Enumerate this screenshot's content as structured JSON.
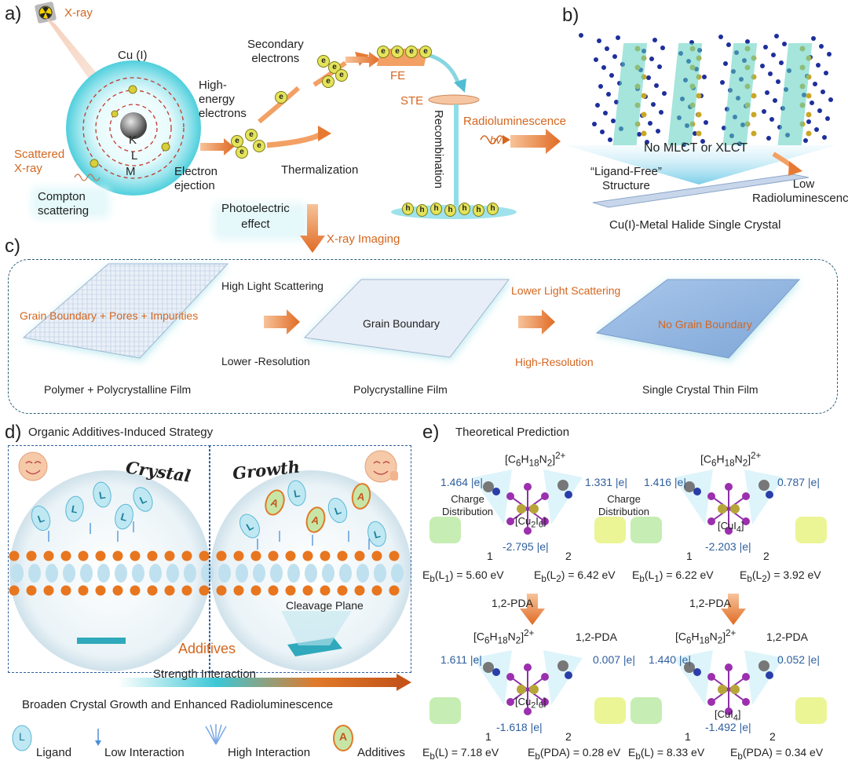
{
  "colors": {
    "orange": "#d4661f",
    "blue": "#2f5f9e",
    "cyan": "#3cc7d6",
    "purple": "#8e2fa6",
    "gold": "#b7a53a"
  },
  "panel_a": {
    "letter": "a)",
    "xray": "X-ray",
    "cu": "Cu (I)",
    "shells": [
      "K",
      "L",
      "M"
    ],
    "scattered": "Scattered\nX-ray",
    "compton": "Compton\nscattering",
    "high_energy": "High-\nenergy\nelectrons",
    "electron_ejection": "Electron\nejection",
    "photoelectric": "Photoelectric\neffect",
    "secondary": "Secondary\nelectrons",
    "thermalization": "Thermalization",
    "fe": "FE",
    "ste": "STE",
    "recombination": "Recombination",
    "radioluminescence": "Radioluminescence",
    "hv": "hv",
    "electron_symbol": "e",
    "hole_symbol": "h",
    "xray_imaging": "X-ray Imaging"
  },
  "panel_b": {
    "letter": "b)",
    "no_mlct": "No MLCT or XLCT",
    "ligand_free": "“Ligand-Free”\nStructure",
    "low_rl": "Low\nRadioluminescence",
    "crystal": "Cu(I)-Metal Halide Single Crystal"
  },
  "panel_c": {
    "letter": "c)",
    "high_scatter": "High Light Scattering",
    "lower_scatter": "Lower Light Scattering",
    "film1_text": "Grain Boundary + Pores + Impurities",
    "film2_text": "Grain Boundary",
    "film3_text": "No Grain Boundary",
    "lower_res": "Lower -Resolution",
    "high_res": "High-Resolution",
    "film1_cap": "Polymer + Polycrystalline Film",
    "film2_cap": "Polycrystalline Film",
    "film3_cap": "Single Crystal Thin Film"
  },
  "panel_d": {
    "letter": "d)",
    "title": "Organic Additives-Induced Strategy",
    "crystal": "Crystal",
    "growth": "Growth",
    "cleavage": "Cleavage Plane",
    "additives": "Additives",
    "strength": "Strength Interaction",
    "broaden": "Broaden Crystal Growth and Enhanced Radioluminescence",
    "L": "L",
    "A": "A",
    "legend": {
      "ligand": "Ligand",
      "low": "Low Interaction",
      "high": "High Interaction",
      "additives": "Additives"
    }
  },
  "panel_e": {
    "letter": "e)",
    "title": "Theoretical Prediction",
    "cation": "[C6H18N2]2+",
    "pda": "1,2-PDA",
    "charge_dist": "Charge\nDistribution",
    "left_top": {
      "q1": "1.464 |e|",
      "q2": "1.331 |e|",
      "center": "[Cu2I6]",
      "qc": "-2.795 |e|",
      "e1": "Eb(L1) = 5.60 eV",
      "e2": "Eb(L2) = 6.42 eV"
    },
    "right_top": {
      "q1": "1.416 |e|",
      "q2": "0.787 |e|",
      "center": "[CuI4]",
      "qc": "-2.203 |e|",
      "e1": "Eb(L1) = 6.22 eV",
      "e2": "Eb(L2) = 3.92 eV"
    },
    "left_bot": {
      "q1": "1.611 |e|",
      "q2": "0.007 |e|",
      "center": "[Cu2I6]",
      "qc": "-1.618 |e|",
      "e1": "Eb(L) = 7.18 eV",
      "e2": "Eb(PDA) = 0.28 eV"
    },
    "right_bot": {
      "q1": "1.440 |e|",
      "q2": "0.052 |e|",
      "center": "[CuI4]",
      "qc": "-1.492 |e|",
      "e1": "Eb(L) = 8.33 eV",
      "e2": "Eb(PDA) = 0.34 eV"
    },
    "n1": "1",
    "n2": "2"
  }
}
